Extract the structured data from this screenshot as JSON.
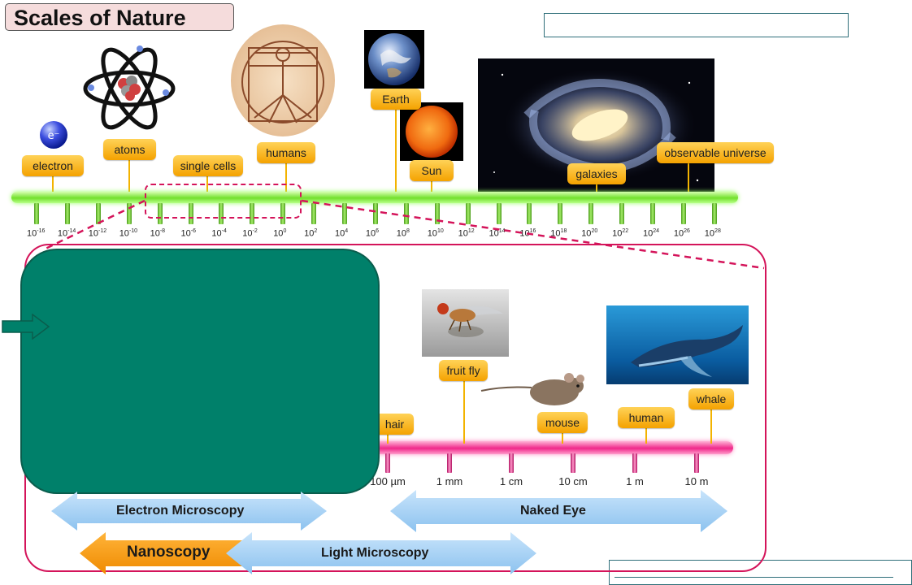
{
  "title": "Scales of Nature",
  "objects_top": {
    "electron": "electron",
    "electron_symbol": "e⁻",
    "atoms": "atoms",
    "single_cells": "single cells",
    "humans": "humans",
    "earth": "Earth",
    "sun": "Sun",
    "galaxies": "galaxies",
    "observable_universe": "observable universe"
  },
  "top_axis_exponents": [
    "-16",
    "-14",
    "-12",
    "-10",
    "-8",
    "-6",
    "-4",
    "-2",
    "0",
    "2",
    "4",
    "6",
    "8",
    "10",
    "12",
    "14",
    "16",
    "18",
    "20",
    "22",
    "24",
    "26",
    "28"
  ],
  "bottom_axis_ticks": [
    "100 µm",
    "1 mm",
    "1 cm",
    "10 cm",
    "1 m",
    "10 m"
  ],
  "objects_bottom": {
    "hair": "hair",
    "fruit_fly": "fruit fly",
    "mouse": "mouse",
    "human": "human",
    "whale": "whale"
  },
  "ranges": {
    "electron_microscopy": "Electron Microscopy",
    "naked_eye": "Naked Eye",
    "nanoscopy": "Nanoscopy",
    "light_microscopy": "Light Microscopy"
  },
  "colors": {
    "label_orange": "#f4a200",
    "green_axis": "#72e02c",
    "pink_axis": "#f0288a",
    "teal_panel": "#00806a",
    "zoom_magenta": "#d4145a",
    "arrow_blue": "#9cccf5",
    "arrow_orange": "#f59a00"
  }
}
